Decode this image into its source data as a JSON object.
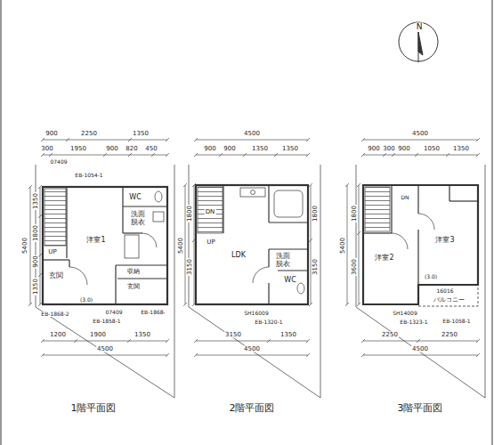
{
  "diagram": {
    "labels": [
      "N",
      "900",
      "2250",
      "1350",
      "300",
      "1950",
      "900",
      "820",
      "450",
      "07409",
      "EB-1054-1",
      "5400",
      "1350",
      "1800",
      "900",
      "1350",
      "WC",
      "洗面 脱衣",
      "洋室1",
      "UP",
      "玄関",
      "収納",
      "玄関",
      "(3.0)",
      "EB-1868-2",
      "07409",
      "EB-1868-",
      "EB-1858-1",
      "1200",
      "1900",
      "1350",
      "4500",
      "1階平面図",
      "4500",
      "900",
      "900",
      "1350",
      "1350",
      "5400",
      "1800",
      "3150",
      "1800",
      "3150",
      "DN",
      "UP",
      "LDK",
      "洗面 脱衣",
      "WC",
      "SH16009",
      "EB-1320-1",
      "3150",
      "1350",
      "4500",
      "2階平面図",
      "4500",
      "900",
      "300",
      "900",
      "1050",
      "1350",
      "5400",
      "1800",
      "3600",
      "DN",
      "洋室2",
      "洋室3",
      "(3.0)",
      "16016",
      "バルコニー",
      "SH14009",
      "EB-1323-1",
      "EB-1058-1",
      "2250",
      "2250",
      "4500",
      "3階平面図"
    ]
  }
}
